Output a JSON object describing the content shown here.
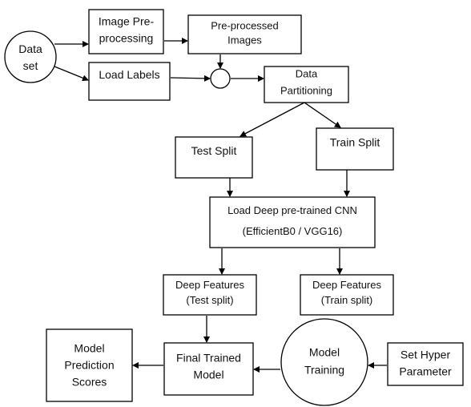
{
  "colors": {
    "stroke": "#000000",
    "fill": "#ffffff",
    "text": "#111111"
  },
  "nodes": {
    "dataset": {
      "lines": [
        "Data",
        "set"
      ]
    },
    "image_preproc": {
      "lines": [
        "Image Pre-",
        "processing"
      ]
    },
    "preprocessed": {
      "lines": [
        "Pre-processed",
        "Images"
      ]
    },
    "load_labels": {
      "lines": [
        "Load Labels"
      ]
    },
    "merge": {
      "lines": []
    },
    "partitioning": {
      "lines": [
        "Data",
        "Partitioning"
      ]
    },
    "test_split": {
      "lines": [
        "Test Split"
      ]
    },
    "train_split": {
      "lines": [
        "Train Split"
      ]
    },
    "cnn": {
      "lines": [
        "Load Deep pre-trained CNN",
        "(EfficientB0 / VGG16)"
      ]
    },
    "deep_test": {
      "lines": [
        "Deep Features",
        "(Test split)"
      ]
    },
    "deep_train": {
      "lines": [
        "Deep Features",
        "(Train split)"
      ]
    },
    "final_model": {
      "lines": [
        "Final Trained",
        "Model"
      ]
    },
    "model_training": {
      "lines": [
        "Model",
        "Training"
      ]
    },
    "hyper": {
      "lines": [
        "Set Hyper",
        "Parameter"
      ]
    },
    "scores": {
      "lines": [
        "Model",
        "Prediction",
        "Scores"
      ]
    }
  }
}
